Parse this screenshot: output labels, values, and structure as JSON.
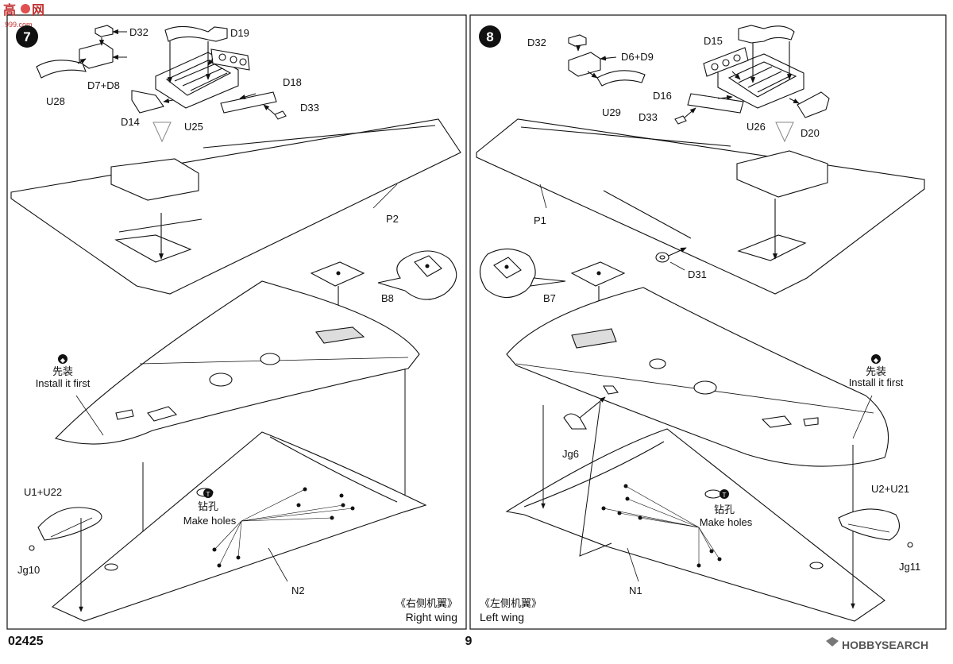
{
  "page": {
    "code": "02425",
    "number": "9"
  },
  "watermark_top_left": {
    "mark": "高",
    "mark2": "网",
    "url": "999.com"
  },
  "watermark_bottom_right": {
    "brand_1": "HOBBY",
    "brand_2": "SEARCH"
  },
  "step7": {
    "number": "7",
    "labels": {
      "d32": "D32",
      "d7d8": "D7+D8",
      "u28": "U28",
      "d19": "D19",
      "d18": "D18",
      "d33": "D33",
      "d14": "D14",
      "u25": "U25",
      "p2": "P2",
      "b8": "B8",
      "u1u22": "U1+U22",
      "jg10": "Jg10",
      "n2": "N2"
    },
    "install_note": {
      "cn": "先装",
      "en": "Install it first"
    },
    "drill_note": {
      "cn": "钻孔",
      "en": "Make holes"
    },
    "caption": {
      "cn": "《右侧机翼》",
      "en": "Right wing"
    }
  },
  "step8": {
    "number": "8",
    "labels": {
      "d32": "D32",
      "d6d9": "D6+D9",
      "u29": "U29",
      "d15": "D15",
      "d16": "D16",
      "d33": "D33",
      "u26": "U26",
      "d20": "D20",
      "p1": "P1",
      "d31": "D31",
      "b7": "B7",
      "jg6": "Jg6",
      "u2u21": "U2+U21",
      "jg11": "Jg11",
      "n1": "N1"
    },
    "install_note": {
      "cn": "先装",
      "en": "Install it first"
    },
    "drill_note": {
      "cn": "钻孔",
      "en": "Make holes"
    },
    "caption": {
      "cn": "《左侧机翼》",
      "en": "Left wing"
    }
  }
}
